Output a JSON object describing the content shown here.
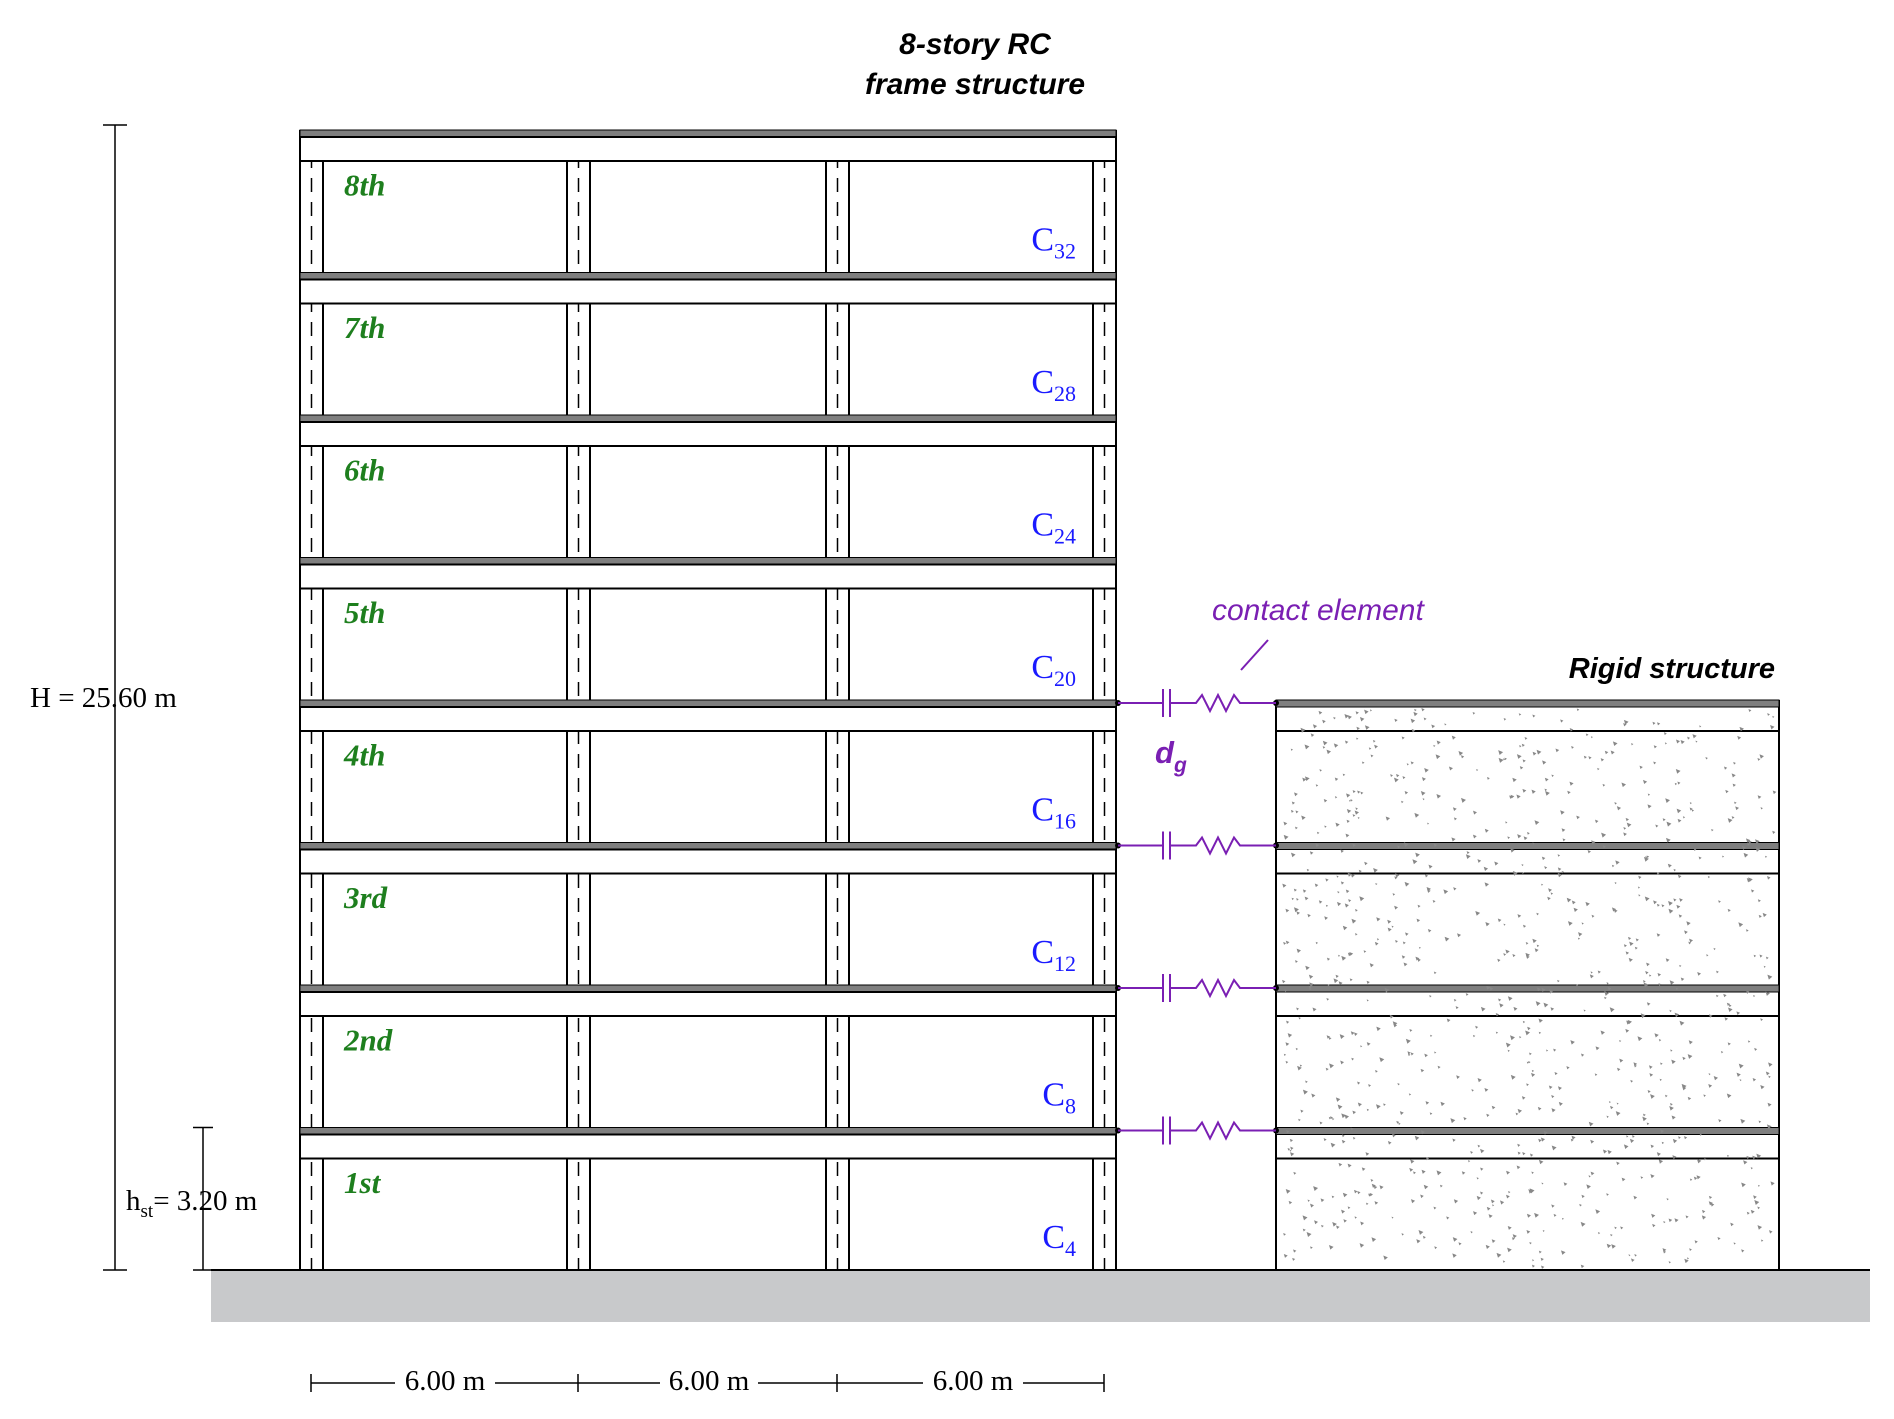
{
  "title": {
    "line1": "8-story RC",
    "line2": "frame structure"
  },
  "stories": [
    "1st",
    "2nd",
    "3rd",
    "4th",
    "5th",
    "6th",
    "7th",
    "8th"
  ],
  "columns": [
    {
      "letter": "C",
      "sub": "4"
    },
    {
      "letter": "C",
      "sub": "8"
    },
    {
      "letter": "C",
      "sub": "12"
    },
    {
      "letter": "C",
      "sub": "16"
    },
    {
      "letter": "C",
      "sub": "20"
    },
    {
      "letter": "C",
      "sub": "24"
    },
    {
      "letter": "C",
      "sub": "28"
    },
    {
      "letter": "C",
      "sub": "32"
    }
  ],
  "dimensions": {
    "total_height": "H = 25.60 m",
    "story_height_main": "h",
    "story_height_sub": "st",
    "story_height_value": "= 3.20 m",
    "bays": [
      "6.00 m",
      "6.00 m",
      "6.00 m"
    ]
  },
  "contact_label": "contact element",
  "gap_label": {
    "main": "d",
    "sub": "g"
  },
  "rigid_label": "Rigid structure",
  "contact_story_levels": [
    1,
    2,
    3,
    4
  ],
  "colors": {
    "story_label": "#1e7f1e",
    "column_label": "#1a1aff",
    "contact": "#7a1fb3",
    "ground": "#c8c9cb",
    "slab": "#7f7f7f",
    "aggregate": "#888888"
  }
}
